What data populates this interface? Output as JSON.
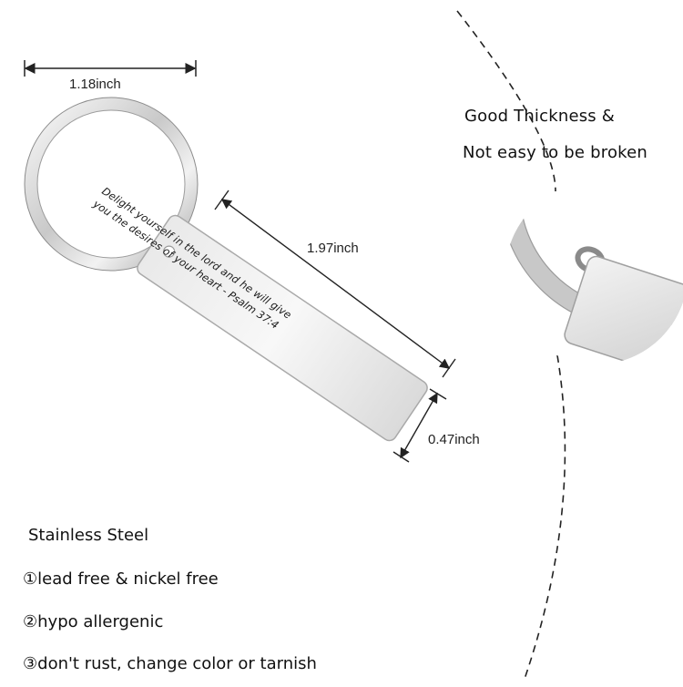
{
  "dimensions": {
    "ring_diameter": "1.18inch",
    "tag_length": "1.97inch",
    "tag_width": "0.47inch"
  },
  "engraving": {
    "line1": "Delight yourself in the lord and he will give",
    "line2": "you the desires of your heart - Psalm 37:4"
  },
  "detail_callout": {
    "line1": "Good Thickness &",
    "line2": "Not easy to be broken"
  },
  "features": {
    "material": "Stainless Steel",
    "items": [
      "①lead free & nickel free",
      "②hypo allergenic",
      "③don't rust, change color or tarnish"
    ]
  },
  "colors": {
    "metal_light": "#f4f4f4",
    "metal_mid": "#cfcfcf",
    "metal_dark": "#9a9a9a",
    "text": "#111111"
  }
}
